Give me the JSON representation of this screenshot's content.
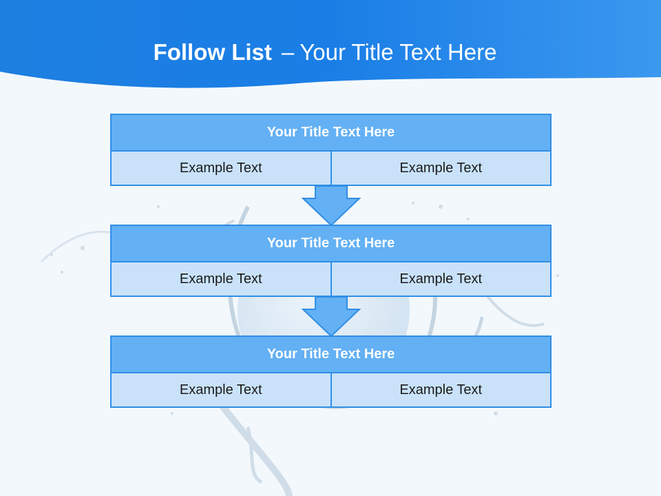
{
  "header": {
    "title_bold": "Follow List",
    "title_dash": "–",
    "title_rest": "Your Title Text Here"
  },
  "blocks": [
    {
      "title": "Your Title Text Here",
      "left_text": "Example Text",
      "right_text": "Example Text"
    },
    {
      "title": "Your Title Text Here",
      "left_text": "Example Text",
      "right_text": "Example Text"
    },
    {
      "title": "Your Title Text Here",
      "left_text": "Example Text",
      "right_text": "Example Text"
    }
  ],
  "colors": {
    "header_blue": "#1a7fe0",
    "title_bar": "#63b0f4",
    "cell_fill": "#c9e2fa",
    "border": "#2f8ee5"
  }
}
